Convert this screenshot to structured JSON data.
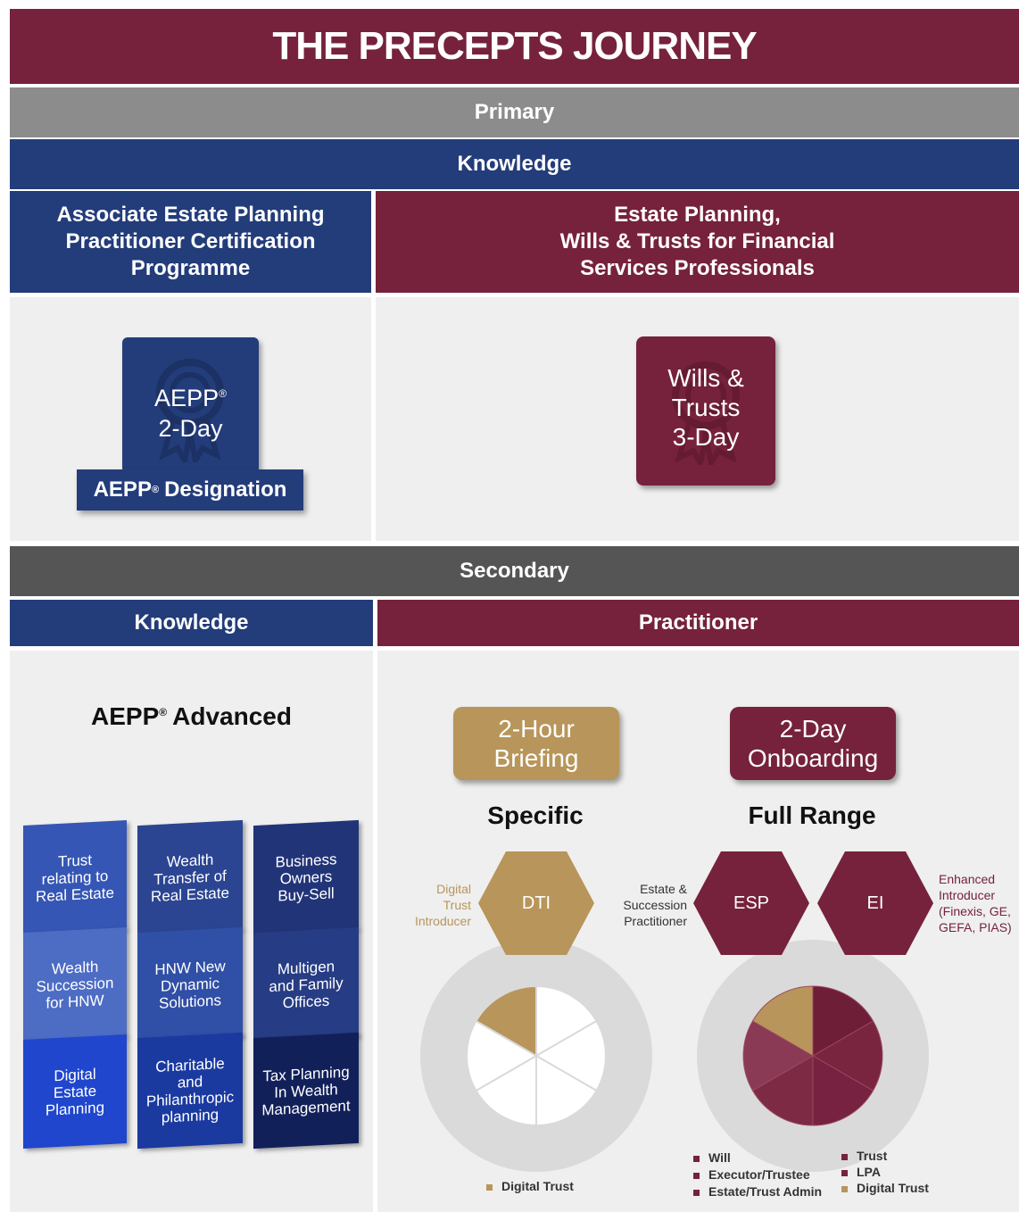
{
  "title": "THE PRECEPTS JOURNEY",
  "primary": {
    "label": "Primary",
    "knowledge_label": "Knowledge",
    "left_header": [
      "Associate Estate Planning",
      "Practitioner Certification",
      "Programme"
    ],
    "right_header": [
      "Estate Planning,",
      "Wills & Trusts for Financial",
      "Services Professionals"
    ],
    "aepp_badge": {
      "line1": "AEPP",
      "reg": "®",
      "line2": "2-Day",
      "designation": "AEPP",
      "designation_suffix": "Designation"
    },
    "wills_badge": [
      "Wills &",
      "Trusts",
      "3-Day"
    ]
  },
  "secondary": {
    "label": "Secondary",
    "knowledge_label": "Knowledge",
    "practitioner_label": "Practitioner",
    "advanced_title": "AEPP",
    "advanced_suffix": "Advanced",
    "tiles": [
      [
        "Trust",
        "relating to",
        "Real Estate"
      ],
      [
        "Wealth",
        "Transfer of",
        "Real Estate"
      ],
      [
        "Business",
        "Owners",
        "Buy-Sell"
      ],
      [
        "Wealth",
        "Succession",
        "for HNW"
      ],
      [
        "HNW New",
        "Dynamic",
        "Solutions"
      ],
      [
        "Multigen",
        "and Family",
        "Offices"
      ],
      [
        "Digital",
        "Estate",
        "Planning"
      ],
      [
        "Charitable",
        "and",
        "Philanthropic",
        "planning"
      ],
      [
        "Tax Planning",
        "In Wealth",
        "Management"
      ]
    ],
    "briefing": {
      "line1": "2-Hour",
      "line2": "Briefing",
      "caption": "Specific"
    },
    "onboarding": {
      "line1": "2-Day",
      "line2": "Onboarding",
      "caption": "Full Range"
    },
    "hex_dti": {
      "code": "DTI",
      "side_label": [
        "Digital",
        "Trust",
        "Introducer"
      ]
    },
    "hex_esp": {
      "code": "ESP",
      "side_label": [
        "Estate &",
        "Succession",
        "Practitioner"
      ]
    },
    "hex_ei": {
      "code": "EI",
      "side_label": [
        "Enhanced",
        "Introducer",
        "(Finexis, GE,",
        "GEFA, PIAS)"
      ]
    },
    "legend_specific": [
      "Digital Trust"
    ],
    "legend_full_left": [
      "Will",
      "Executor/Trustee",
      "Estate/Trust Admin"
    ],
    "legend_full_right": [
      "Trust",
      "LPA",
      "Digital Trust"
    ]
  },
  "colors": {
    "maroon": "#76223c",
    "navy": "#233c7a",
    "gold": "#b8955a",
    "grey_bar": "#8c8c8c",
    "dark_grey_bar": "#555555",
    "panel": "#efefef"
  },
  "icons": [
    "rosette-icon"
  ]
}
